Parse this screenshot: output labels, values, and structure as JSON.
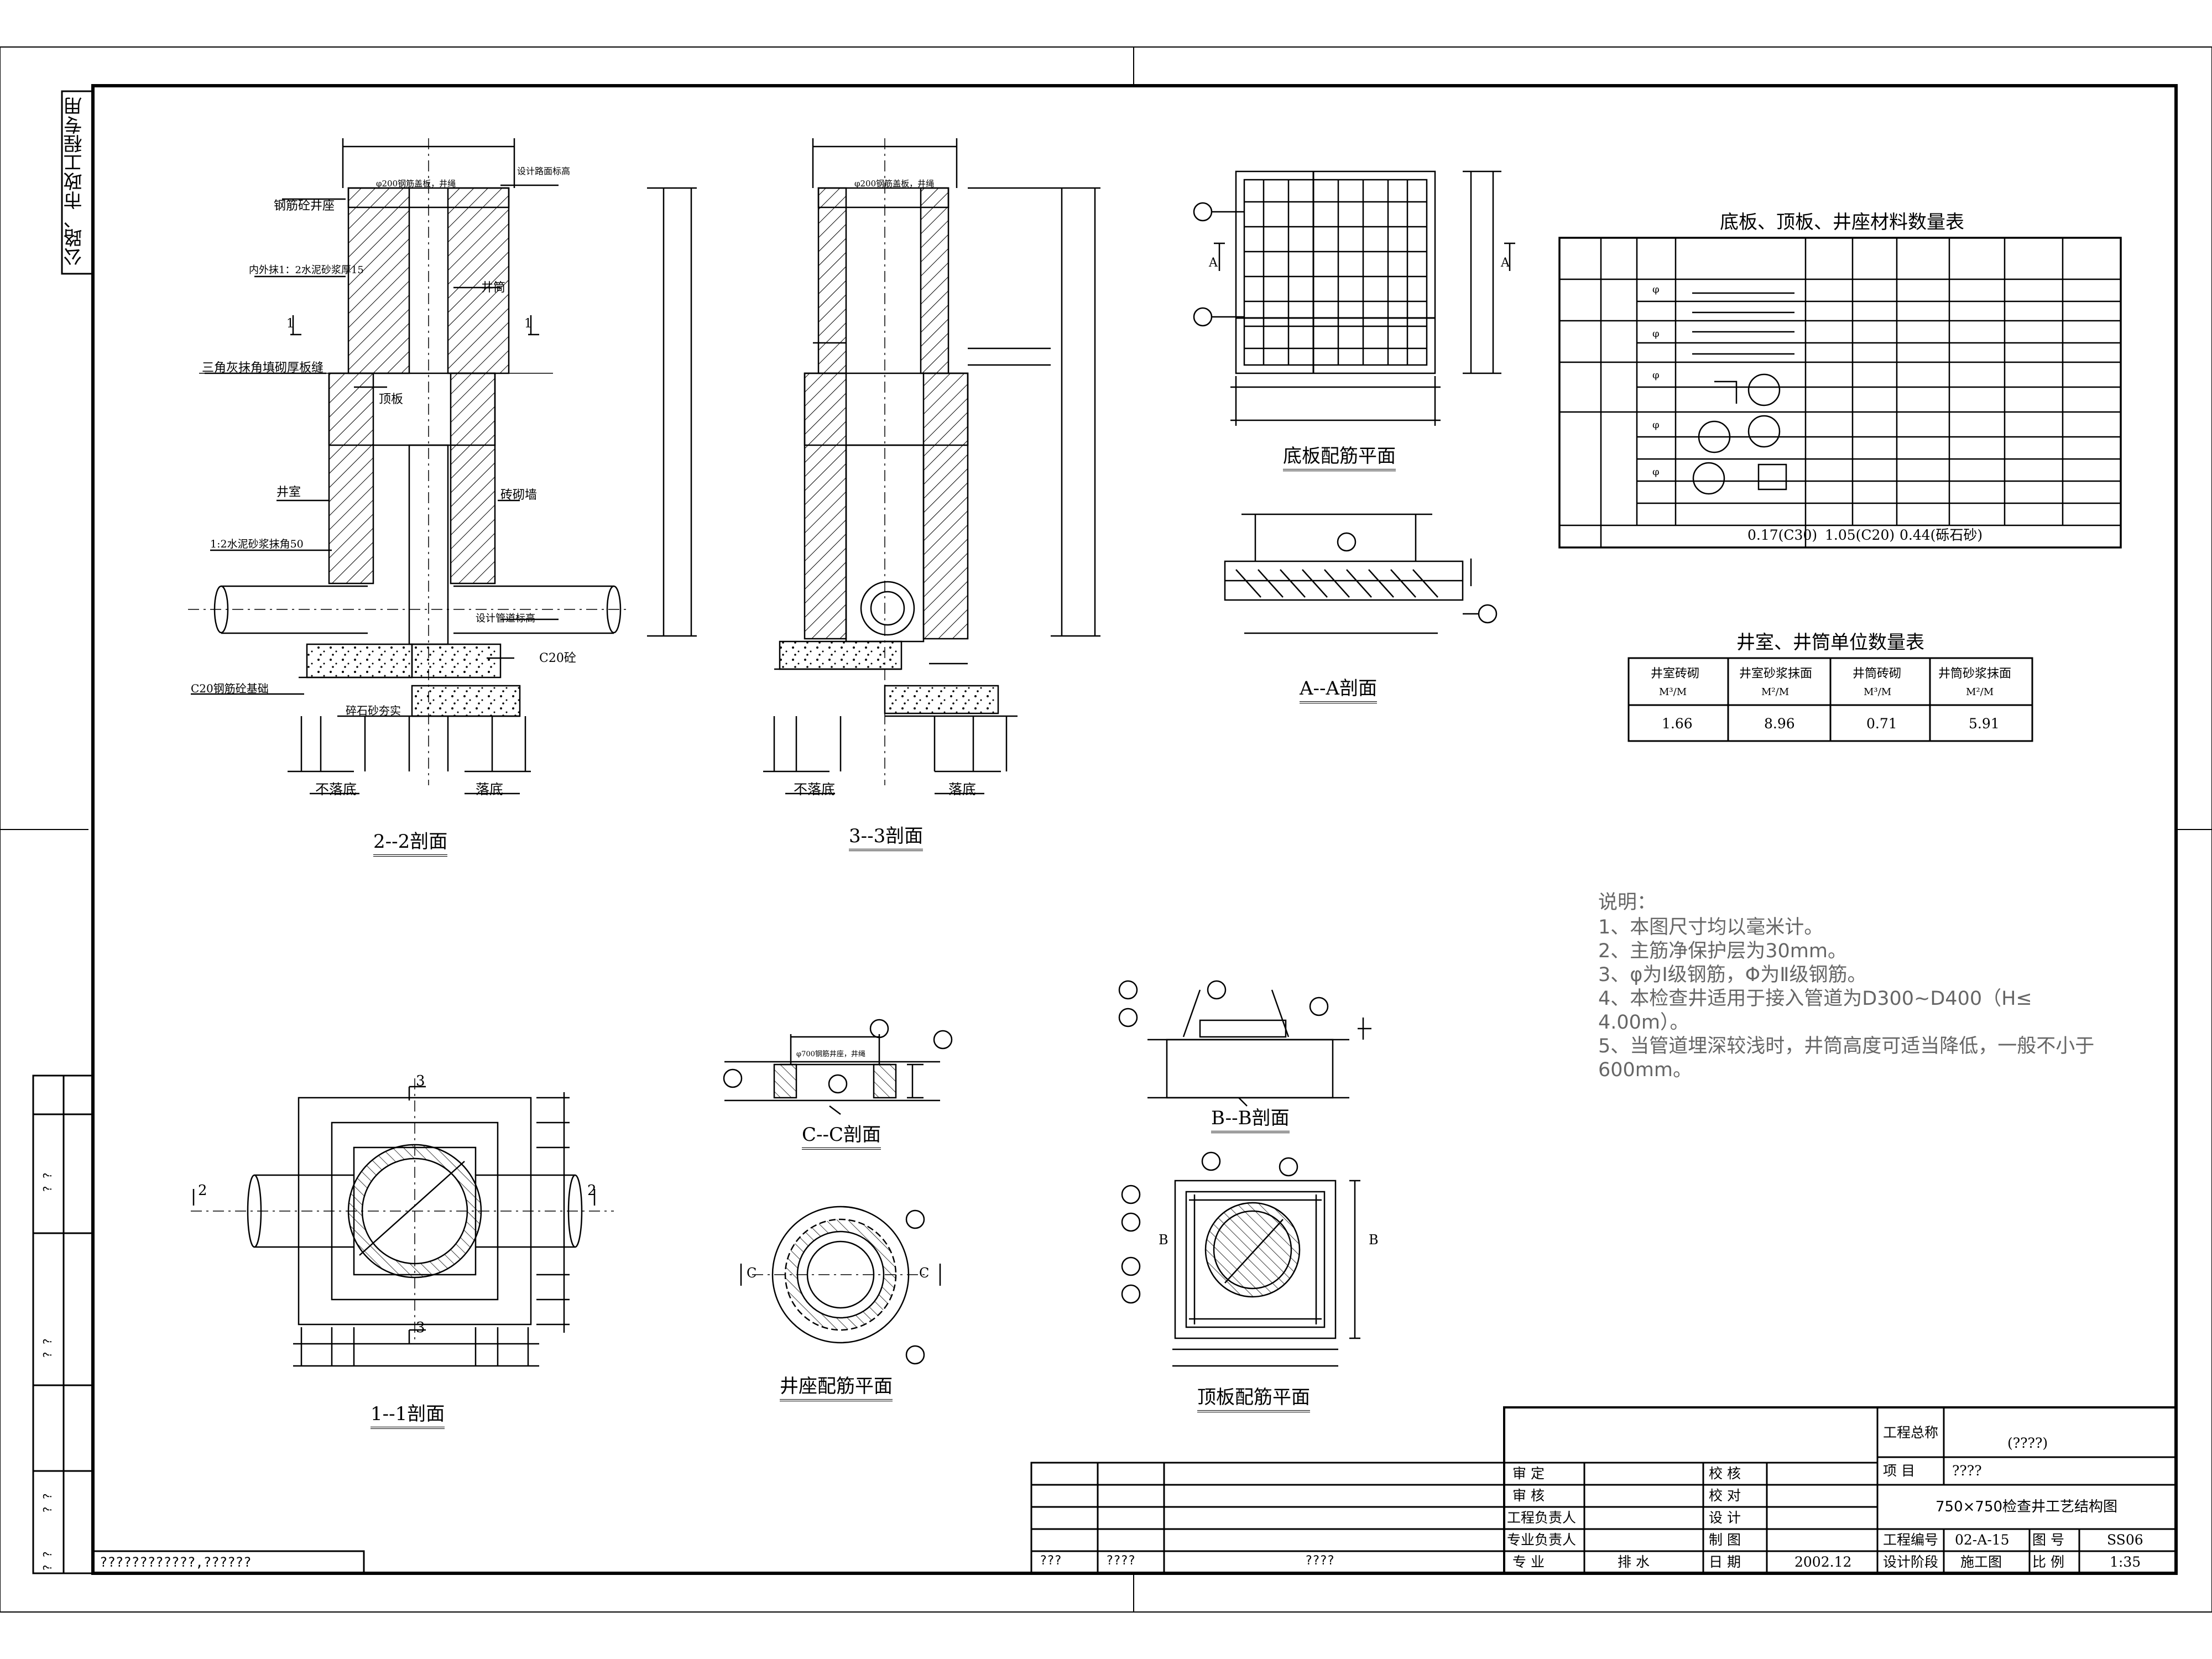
{
  "margin_strip": {
    "label": "公路、市政工程专用"
  },
  "sections": {
    "s22": {
      "title": "2--2剖面",
      "callouts": [
        "φ200钢筋盖板，井绳",
        "设计路面标高",
        "钢筋砼井座",
        "内外抹1：2水泥砂浆厚15",
        "井筒",
        "三角灰抹角填砌厚板缝",
        "顶板",
        "井室",
        "砖砌墙",
        "1:2水泥砂浆抹角50",
        "设计管道标高",
        "C20砼",
        "C20钢筋砼基础",
        "碎石砂夯实"
      ],
      "section_mark": "1",
      "bottom_left": "不落底",
      "bottom_right": "落底"
    },
    "s33": {
      "title": "3--3剖面",
      "callout_top": "φ200钢筋盖板，井绳",
      "bottom_left": "不落底",
      "bottom_right": "落底"
    },
    "bottom_plan": {
      "title": "底板配筋平面",
      "mark": "A"
    },
    "aa": {
      "title": "A--A剖面"
    },
    "s11": {
      "title": "1--1剖面",
      "mark2": "2",
      "mark3": "3"
    },
    "cc": {
      "title": "C--C剖面",
      "callout": "φ700钢筋井座，井绳"
    },
    "seat_plan": {
      "title": "井座配筋平面",
      "mark": "C"
    },
    "bb": {
      "title": "B--B剖面"
    },
    "top_plan": {
      "title": "顶板配筋平面",
      "mark": "B"
    }
  },
  "rebar_glyph": "φ",
  "material_table": {
    "title": "底板、顶板、井座材料数量表",
    "totals": [
      "0.17(C30)",
      "1.05(C20)",
      "0.44(砾石砂)"
    ]
  },
  "unit_table": {
    "title": "井室、井筒单位数量表",
    "headers": [
      "井室砖砌",
      "井室砂浆抹面",
      "井筒砖砌",
      "井筒砂浆抹面"
    ],
    "unit": "M³/M",
    "unit_sq": "M²/M",
    "values": [
      "1.66",
      "8.96",
      "0.71",
      "5.91"
    ]
  },
  "notes": {
    "heading": "说明：",
    "lines": [
      "1、本图尺寸均以毫米计。",
      "2、主筋净保护层为30mm。",
      "3、φ为Ⅰ级钢筋，Φ为Ⅱ级钢筋。",
      "4、本检查井适用于接入管道为D300~D400（H≤",
      "4.00m）。",
      "5、当管道埋深较浅时，井筒高度可适当降低，一般不小于",
      "600mm。"
    ]
  },
  "left_strip": {
    "marks": [
      "? ?",
      "? ?",
      "? ?",
      "? ?"
    ],
    "bottom_text": "????????????,??????"
  },
  "title_block": {
    "project_total_label": "工程总称",
    "project_total_value": "(????)",
    "item_label": "项  目",
    "item_value": "????",
    "drawing_title": "750×750检查井工艺结构图",
    "left_labels": [
      "审  定",
      "审  核",
      "工程负责人",
      "专业负责人",
      "专  业"
    ],
    "specialty_value": "排 水",
    "mid_labels": [
      "校  核",
      "校  对",
      "设  计",
      "制  图",
      "日  期"
    ],
    "date_value": "2002.12",
    "project_no_label": "工程编号",
    "project_no_value": "02-A-15",
    "sheet_no_label": "图  号",
    "sheet_no_value": "SS06",
    "stage_label": "设计阶段",
    "stage_value": "施工图",
    "scale_label": "比  例",
    "scale_value": "1:35",
    "revision_cells": [
      "???",
      "????",
      "????"
    ]
  }
}
